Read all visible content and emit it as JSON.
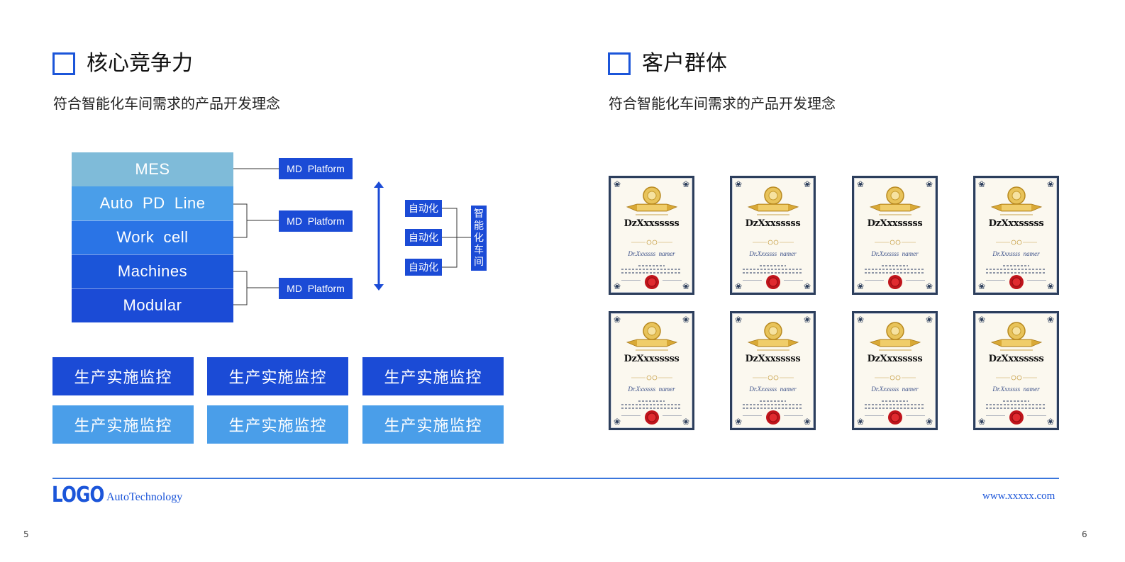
{
  "left_section": {
    "title": "核心竞争力",
    "subtitle": "符合智能化车间需求的产品开发理念",
    "stack": [
      "MES",
      "Auto  PD  Line",
      "Work  cell",
      "Machines",
      "Modular"
    ],
    "platforms": [
      "MD  Platform",
      "MD  Platform",
      "MD  Platform"
    ],
    "automation": [
      "自动化",
      "自动化",
      "自动化"
    ],
    "smart_workshop": "智能化车间",
    "buttons_row1": [
      "生产实施监控",
      "生产实施监控",
      "生产实施监控"
    ],
    "buttons_row2": [
      "生产实施监控",
      "生产实施监控",
      "生产实施监控"
    ]
  },
  "right_section": {
    "title": "客户群体",
    "subtitle": "符合智能化车间需求的产品开发理念",
    "certificates": [
      {
        "name": "DzXxxsssss",
        "signature": "Dr.Xxxssss  namer"
      },
      {
        "name": "DzXxxsssss",
        "signature": "Dr.Xxxssss  namer"
      },
      {
        "name": "DzXxxsssss",
        "signature": "Dr.Xxxssss  namer"
      },
      {
        "name": "DzXxxsssss",
        "signature": "Dr.Xxxssss  namer"
      },
      {
        "name": "DzXxxsssss",
        "signature": "Dr.Xxxssss  namer"
      },
      {
        "name": "DzXxxsssss",
        "signature": "Dr.Xxxssss  namer"
      },
      {
        "name": "DzXxxsssss",
        "signature": "Dr.Xxxssss  namer"
      },
      {
        "name": "DzXxxsssss",
        "signature": "Dr.Xxxssss  namer"
      }
    ]
  },
  "footer": {
    "logo": "LOGO",
    "logo_sub": "AutoTechnology",
    "url": "www.xxxxx.com",
    "page_left": "5",
    "page_right": "6"
  },
  "colors": {
    "primary": "#1b4bd6",
    "accent": "#1b55d9",
    "light_blue": "#4a9ee9",
    "pale_blue": "#7fbbd9"
  }
}
